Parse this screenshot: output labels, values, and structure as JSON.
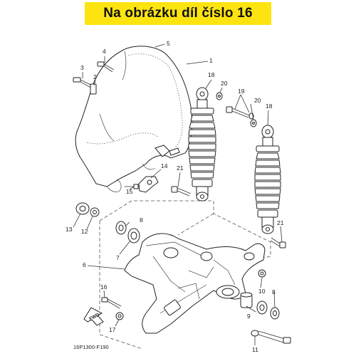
{
  "banner": {
    "text": "Na obrázku díl číslo 16",
    "color": "#fde410"
  },
  "callouts": [
    "1",
    "2",
    "3",
    "4",
    "5",
    "6",
    "7",
    "8",
    "8",
    "9",
    "10",
    "11",
    "12",
    "13",
    "14",
    "15",
    "16",
    "17",
    "18",
    "18",
    "19",
    "20",
    "20",
    "21",
    "21"
  ],
  "fwd_label": "FWD",
  "diagram_code": "16P1300-F190"
}
